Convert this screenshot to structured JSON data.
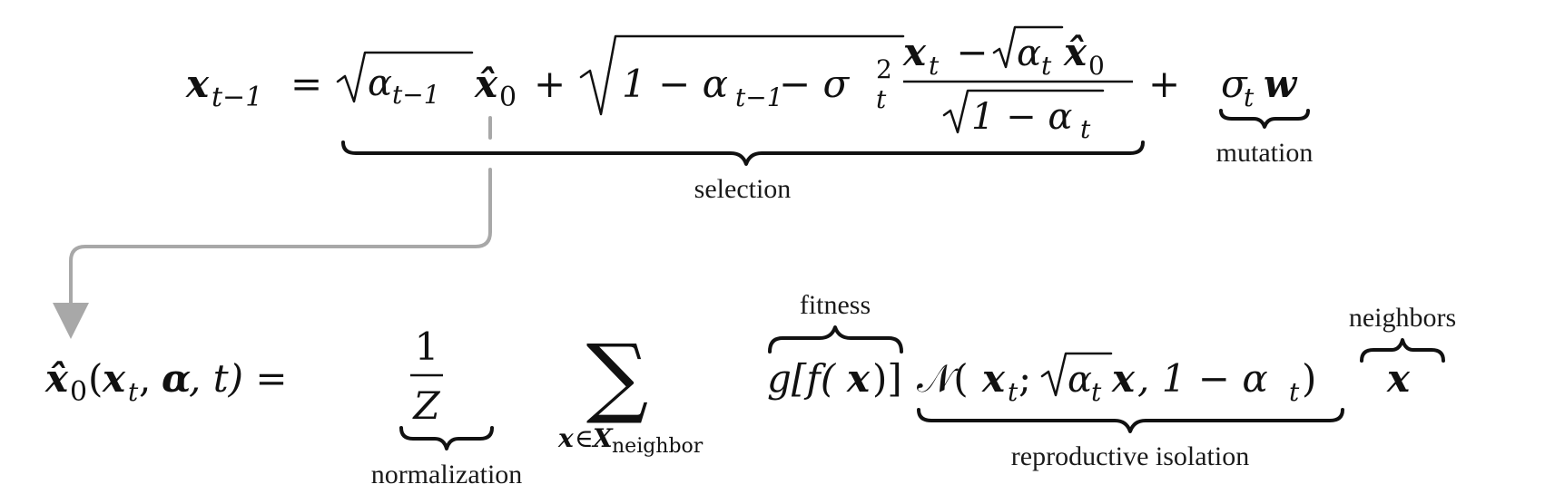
{
  "colors": {
    "ink": "#111111",
    "connector": "#a8a8a8"
  },
  "eq1": {
    "lhs": "x",
    "lhs_sub": "t−1",
    "eq": "=",
    "sqrt_alpha_prev": "α",
    "sqrt_alpha_prev_sub": "t−1",
    "x0hat": "x̂",
    "x0_sub": "0",
    "plus1": "+",
    "sqrt_one": "1 − α",
    "sqrt_one_sub": "t−1",
    "minus_sigma": " − σ",
    "sigma_sup": "2",
    "sigma_sub": "t",
    "num_x": "x",
    "num_x_sub": "t",
    "num_minus": " − ",
    "num_alpha": "α",
    "num_alpha_sub": "t",
    "num_x0": "x̂",
    "num_x0_sub": "0",
    "den": "1 − α",
    "den_sub": "t",
    "plus2": "+",
    "noise_sigma": "σ",
    "noise_sigma_sub": "t",
    "noise_w": "w"
  },
  "eq2": {
    "x0hat": "x̂",
    "x0_sub": "0",
    "args": "(",
    "arg_x": "x",
    "arg_x_sub": "t",
    "arg_rest": ", ",
    "arg_alpha": "α",
    "arg_end": ", t) =",
    "frac_num": "1",
    "frac_den": "Z",
    "sum": "∑",
    "sum_x": "x",
    "sum_in": "∈",
    "sum_X": "X",
    "sum_X_sub": "neighbor",
    "g_term": "g[f(",
    "g_x": "x",
    "g_end": ")]",
    "normal": "𝒩(",
    "n_x": "x",
    "n_x_sub": "t",
    "n_semi": "; ",
    "n_alpha": "α",
    "n_alpha_sub": "t",
    "n_x2": "x",
    "n_rest": ", 1 − α",
    "n_rest_sub": "t",
    "n_close": ")",
    "neighbor_x": "x"
  },
  "labels": {
    "selection": "selection",
    "mutation": "mutation",
    "fitness": "fitness",
    "normalization": "normalization",
    "reproductive_isolation": "reproductive isolation",
    "neighbors": "neighbors"
  }
}
